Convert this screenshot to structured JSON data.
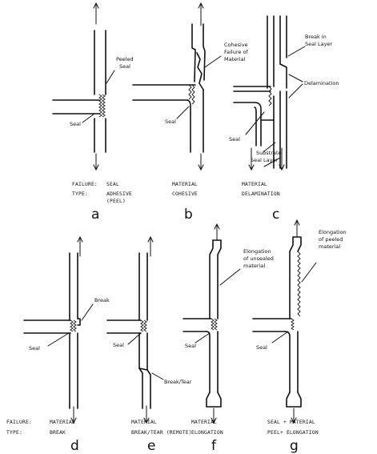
{
  "panels": [
    {
      "letter": "a",
      "annotations": [
        "Peeled",
        "Seal",
        "Seal"
      ]
    },
    {
      "letter": "b",
      "annotations": [
        "Cohesive",
        "Failure of",
        "Material",
        "Seal"
      ]
    },
    {
      "letter": "c",
      "annotations": [
        "Break in",
        "Seal Layer",
        "Delamination",
        "Seal",
        "Substrate",
        "Seal Layer"
      ]
    },
    {
      "letter": "d",
      "annotations": [
        "Break",
        "Seal"
      ]
    },
    {
      "letter": "e",
      "annotations": [
        "Seal",
        "Break/Tear"
      ]
    },
    {
      "letter": "f",
      "annotations": [
        "Elongation",
        "of unsealed",
        "material",
        "Seal"
      ]
    },
    {
      "letter": "g",
      "annotations": [
        "Elongation",
        "of peeled",
        "material",
        "Seal"
      ]
    }
  ],
  "captions_top": {
    "failure_label": "FAILURE:",
    "type_label": "TYPE:",
    "a_failure": "SEAL",
    "a_type_1": "ADHESIVE",
    "a_type_2": "(PEEL)",
    "b_failure": "MATERIAL",
    "b_type": "COHESIVE",
    "c_failure": "MATERIAL",
    "c_type": "DELAMINATION"
  },
  "captions_bottom": {
    "failure_label": "FAILURE:",
    "type_label": "TYPE:",
    "d_failure": "MATERIAL",
    "d_type": "BREAK",
    "e_failure": "MATERIAL",
    "e_type": "BREAK/TEAR (REMOTE)",
    "f_failure": "MATERIAL",
    "f_type": "ELONGATION",
    "g_failure": "SEAL + MATERIAL",
    "g_type": "PEEL+ ELONGATION"
  }
}
